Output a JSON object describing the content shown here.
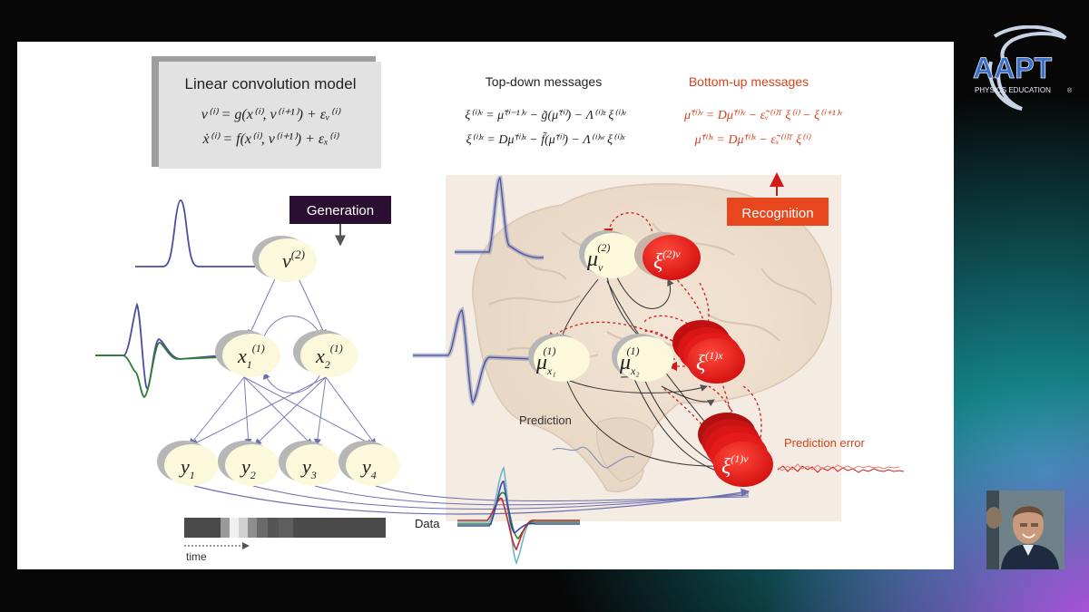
{
  "slide": {
    "model_box": {
      "title": "Linear convolution model",
      "eq1": "v⁽ⁱ⁾ = g(x⁽ⁱ⁾, v⁽ⁱ⁺¹⁾) + εᵥ⁽ⁱ⁾",
      "eq2": "ẋ⁽ⁱ⁾ = f(x⁽ⁱ⁾, v⁽ⁱ⁺¹⁾) + εₓ⁽ⁱ⁾"
    },
    "top_down": {
      "title": "Top-down messages",
      "eq1": "ξ⁽ⁱ⁾ᵛ = μ̃⁽ⁱ⁻¹⁾ᵛ − g̃(μ̃⁽ⁱ⁾) − Λ⁽ⁱ⁾ᶻ ξ⁽ⁱ⁾ᵛ",
      "eq2": "ξ⁽ⁱ⁾ˣ = Dμ̃⁽ⁱ⁾ˣ − f̃(μ̃⁽ⁱ⁾) − Λ⁽ⁱ⁾ʷ ξ⁽ⁱ⁾ˣ"
    },
    "bottom_up": {
      "title": "Bottom-up messages",
      "eq1": "μ̃̇⁽ⁱ⁾ᵛ = Dμ̃⁽ⁱ⁾ᵛ − ε̃ᵥ⁽ⁱ⁾ᵀ ξ⁽ⁱ⁾ − ξ⁽ⁱ⁺¹⁾ᵛ",
      "eq2": "μ̃̇⁽ⁱ⁾ˣ = Dμ̃⁽ⁱ⁾ˣ − ε̃ₓ⁽ⁱ⁾ᵀ ξ⁽ⁱ⁾"
    },
    "generation_label": "Generation",
    "recognition_label": "Recognition",
    "prediction_label": "Prediction",
    "prediction_error_label": "Prediction error",
    "data_label": "Data",
    "time_label": "time",
    "nodes": {
      "v2": {
        "base": "v",
        "sup": "(2)"
      },
      "x1": {
        "base": "x",
        "sub": "1",
        "sup": "(1)"
      },
      "x2": {
        "base": "x",
        "sub": "2",
        "sup": "(1)"
      },
      "y1": {
        "base": "y",
        "sub": "1"
      },
      "y2": {
        "base": "y",
        "sub": "2"
      },
      "y3": {
        "base": "y",
        "sub": "3"
      },
      "y4": {
        "base": "y",
        "sub": "4"
      },
      "mu_v2": {
        "base": "μ",
        "sub": "v",
        "sup": "(2)"
      },
      "mu_x1": {
        "base": "μ",
        "sub": "x₁",
        "sup": "(1)"
      },
      "mu_x2": {
        "base": "μ",
        "sub": "x₂",
        "sup": "(1)"
      },
      "xi_2v": {
        "base": "ξ",
        "sup": "(2)v"
      },
      "xi_1x": {
        "base": "ξ",
        "sup": "(1)x"
      },
      "xi_1v": {
        "base": "ξ",
        "sup": "(1)v"
      }
    }
  },
  "branding": {
    "logo_text": "AAPT",
    "logo_subtext": "PHYSICS EDUCATION",
    "registered": "®"
  },
  "colors": {
    "node_fill": "#fbf8dc",
    "error_red": "#e01818",
    "header_red": "#d5431e",
    "generation_bg": "#2b0f33",
    "recognition_bg": "#e8461c",
    "brain_bg": "#efe5d8",
    "line_purple": "#7b7fb6",
    "logo_blue": "#3a6fc7"
  }
}
